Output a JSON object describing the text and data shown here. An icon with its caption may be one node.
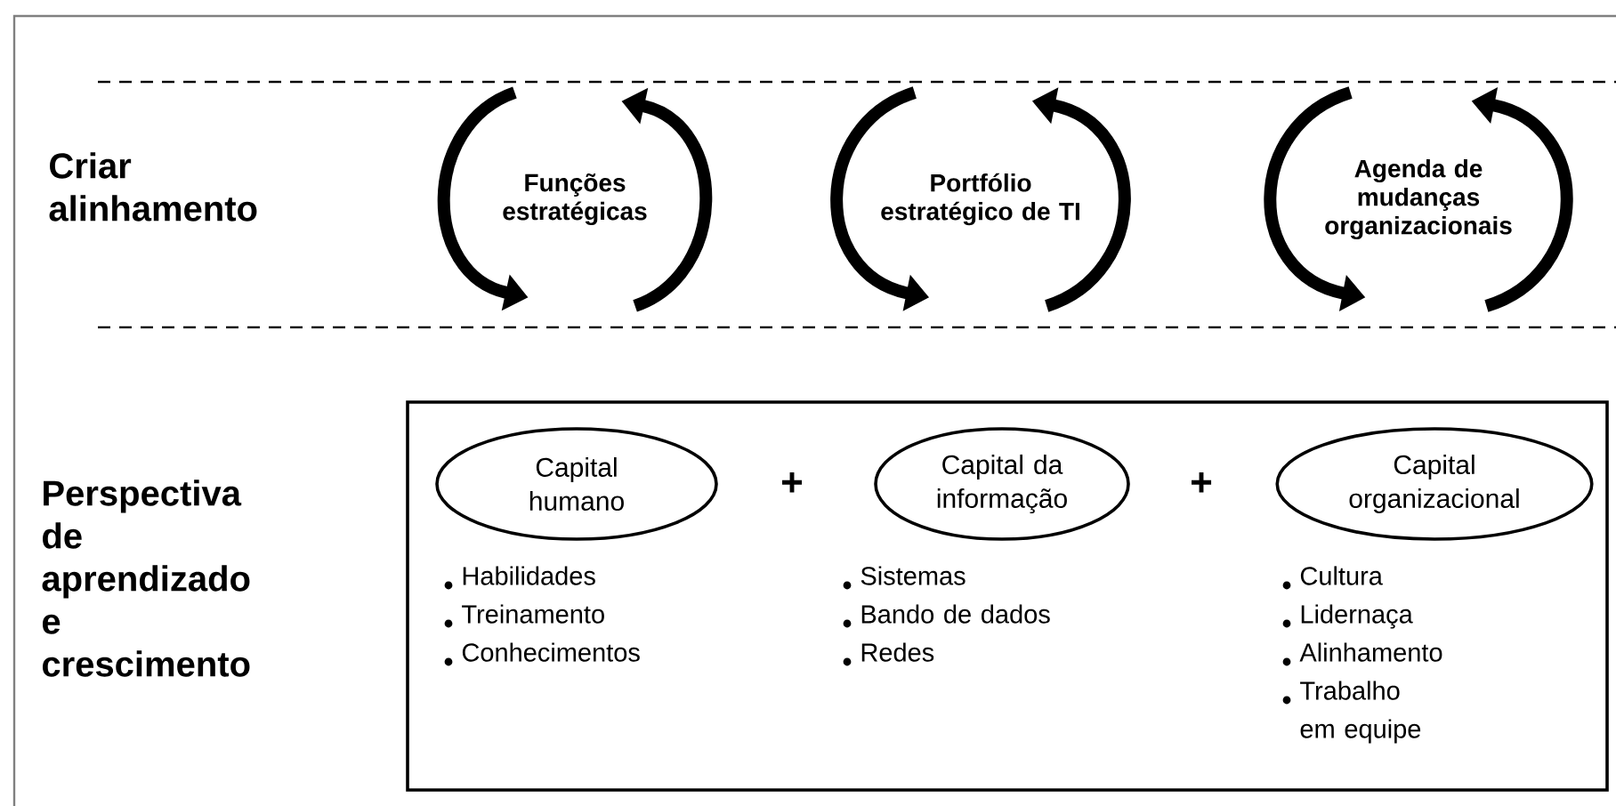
{
  "diagram": {
    "nodes": [
      {
        "text": [
          "Funções estratégicas"
        ]
      },
      {
        "text": [
          "Portfólio estratégico de TI"
        ]
      },
      {
        "text": [
          "Agenda de mudanças organizacionais"
        ]
      },
      {
        "text": [],
        "shape": "box"
      },
      {
        "text": [
          "Capital humano"
        ],
        "in": 3
      },
      {
        "text": [
          "Capital da informação"
        ],
        "in": 3
      },
      {
        "text": [
          "Capital organizacional"
        ],
        "in": 3
      }
    ],
    "labels": [
      "Criar alinhamento",
      "Perspectiva de aprendizado e crescimento",
      "+",
      "+",
      "Habilidades",
      "Treinamento",
      "Conhecimentos",
      "Sistemas",
      "Bando de dados",
      "Redes",
      "Cultura",
      "Lidernaça",
      "Alinhamento",
      "Trabalho em equipe"
    ]
  }
}
